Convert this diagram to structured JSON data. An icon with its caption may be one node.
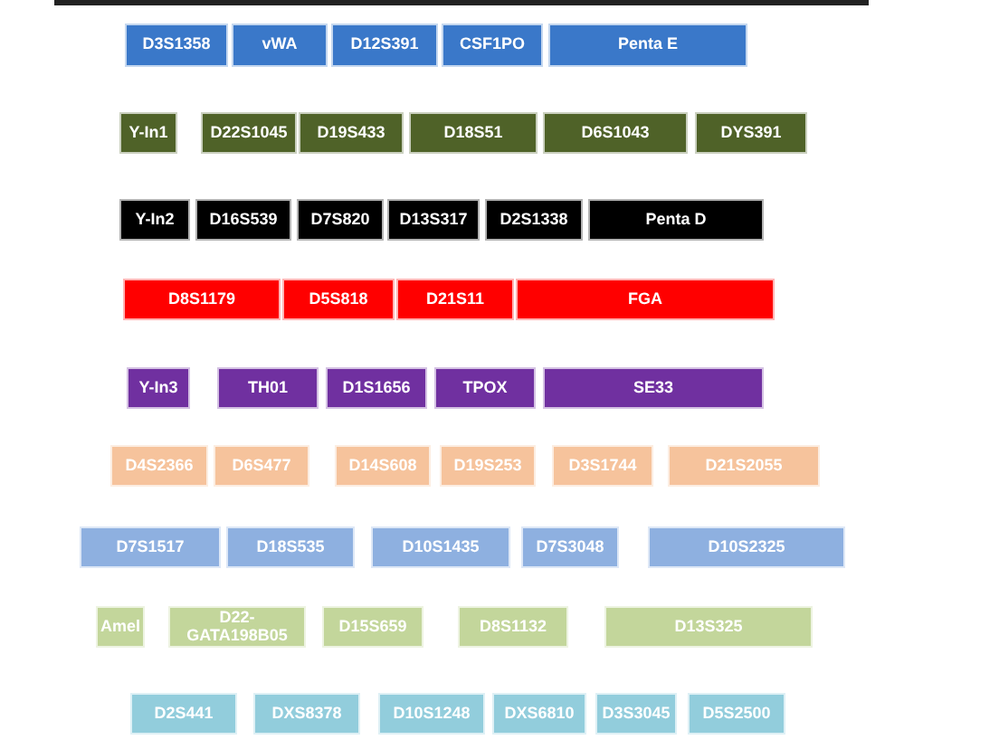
{
  "diagram": {
    "nodes": [
      {
        "text": [
          "D3S1358"
        ]
      },
      {
        "text": [
          "vWA"
        ]
      },
      {
        "text": [
          "D12S391"
        ]
      },
      {
        "text": [
          "CSF1PO"
        ]
      },
      {
        "text": [
          "Penta E"
        ]
      },
      {
        "text": [
          "Y-In1"
        ]
      },
      {
        "text": [
          "D22S1045"
        ]
      },
      {
        "text": [
          "D19S433"
        ]
      },
      {
        "text": [
          "D18S51"
        ]
      },
      {
        "text": [
          "D6S1043"
        ]
      },
      {
        "text": [
          "DYS391"
        ]
      },
      {
        "text": [
          "Y-In2"
        ]
      },
      {
        "text": [
          "D16S539"
        ]
      },
      {
        "text": [
          "D7S820"
        ]
      },
      {
        "text": [
          "D13S317"
        ]
      },
      {
        "text": [
          "D2S1338"
        ]
      },
      {
        "text": [
          "Penta D"
        ]
      },
      {
        "text": [
          "D8S1179"
        ]
      },
      {
        "text": [
          "D5S818"
        ]
      },
      {
        "text": [
          "D21S11"
        ]
      },
      {
        "text": [
          "FGA"
        ]
      },
      {
        "text": [
          "Y-In3"
        ]
      },
      {
        "text": [
          "TH01"
        ]
      },
      {
        "text": [
          "D1S1656"
        ]
      },
      {
        "text": [
          "TPOX"
        ]
      },
      {
        "text": [
          "SE33"
        ]
      },
      {
        "text": [
          "D4S2366"
        ]
      },
      {
        "text": [
          "D6S477"
        ]
      },
      {
        "text": [
          "D14S608"
        ]
      },
      {
        "text": [
          "D19S253"
        ]
      },
      {
        "text": [
          "D3S1744"
        ]
      },
      {
        "text": [
          "D21S2055"
        ]
      },
      {
        "text": [
          "D7S1517"
        ]
      },
      {
        "text": [
          "D18S535"
        ]
      },
      {
        "text": [
          "D10S1435"
        ]
      },
      {
        "text": [
          "D7S3048"
        ]
      },
      {
        "text": [
          "D10S2325"
        ]
      },
      {
        "text": [
          "Amel"
        ]
      },
      {
        "text": [
          "D22-GATA198B05"
        ]
      },
      {
        "text": [
          "D15S659"
        ]
      },
      {
        "text": [
          "D8S1132"
        ]
      },
      {
        "text": [
          "D13S325"
        ]
      },
      {
        "text": [
          "D2S441"
        ]
      },
      {
        "text": [
          "DXS8378"
        ]
      },
      {
        "text": [
          "D10S1248"
        ]
      },
      {
        "text": [
          "DXS6810"
        ]
      },
      {
        "text": [
          "D3S3045"
        ]
      },
      {
        "text": [
          "D5S2500"
        ]
      }
    ]
  }
}
